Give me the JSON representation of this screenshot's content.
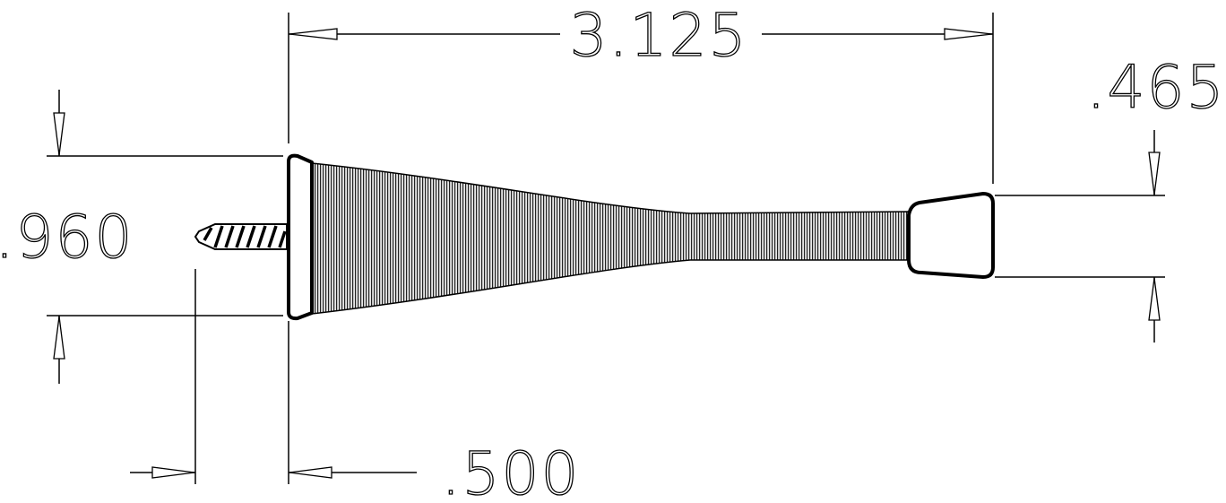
{
  "dimensions": {
    "overall_length": "3.125",
    "base_height": ".960",
    "tip_height": ".465",
    "screw_length": ".500"
  },
  "colors": {
    "line": "#000000",
    "background": "#ffffff",
    "spring_fill": "#333333"
  },
  "icons": {
    "screw": "threaded-screw-icon",
    "arrow": "dimension-arrowhead"
  }
}
